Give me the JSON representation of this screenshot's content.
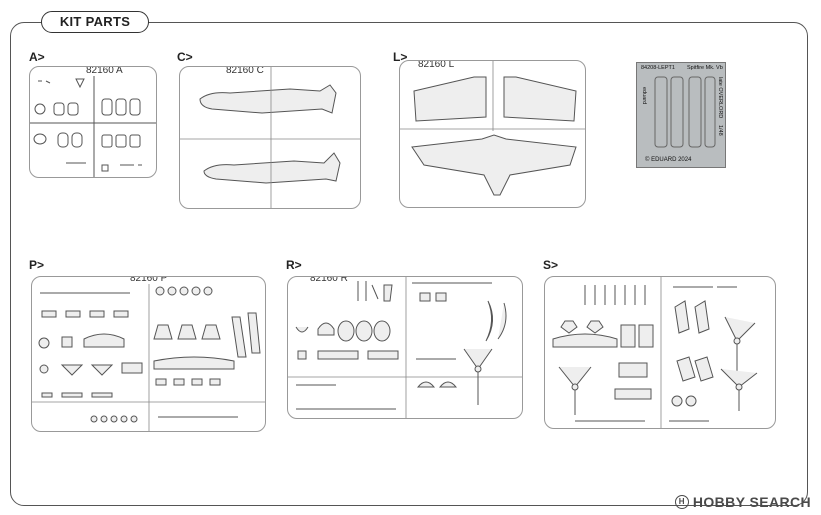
{
  "header": {
    "title": "KIT PARTS"
  },
  "sections": [
    {
      "label": "A>",
      "code": "82160 A"
    },
    {
      "label": "C>",
      "code": "82160 C"
    },
    {
      "label": "L>",
      "code": "82160 L"
    },
    {
      "label": "P>",
      "code": "82160 P"
    },
    {
      "label": "R>",
      "code": "82160 R"
    },
    {
      "label": "S>",
      "code": ""
    }
  ],
  "photo_etch": {
    "code": "84208-LEPT1",
    "name": "Spitfire Mk. Vb",
    "brand": "eduard",
    "subtitle": "late OVERLORD",
    "scale": "1/48",
    "copyright": "© EDUARD 2024"
  },
  "watermark": {
    "text": "HOBBY SEARCH"
  },
  "colors": {
    "line": "#555555",
    "sprue": "#999999",
    "pe_fret": "#b9bdbf"
  }
}
